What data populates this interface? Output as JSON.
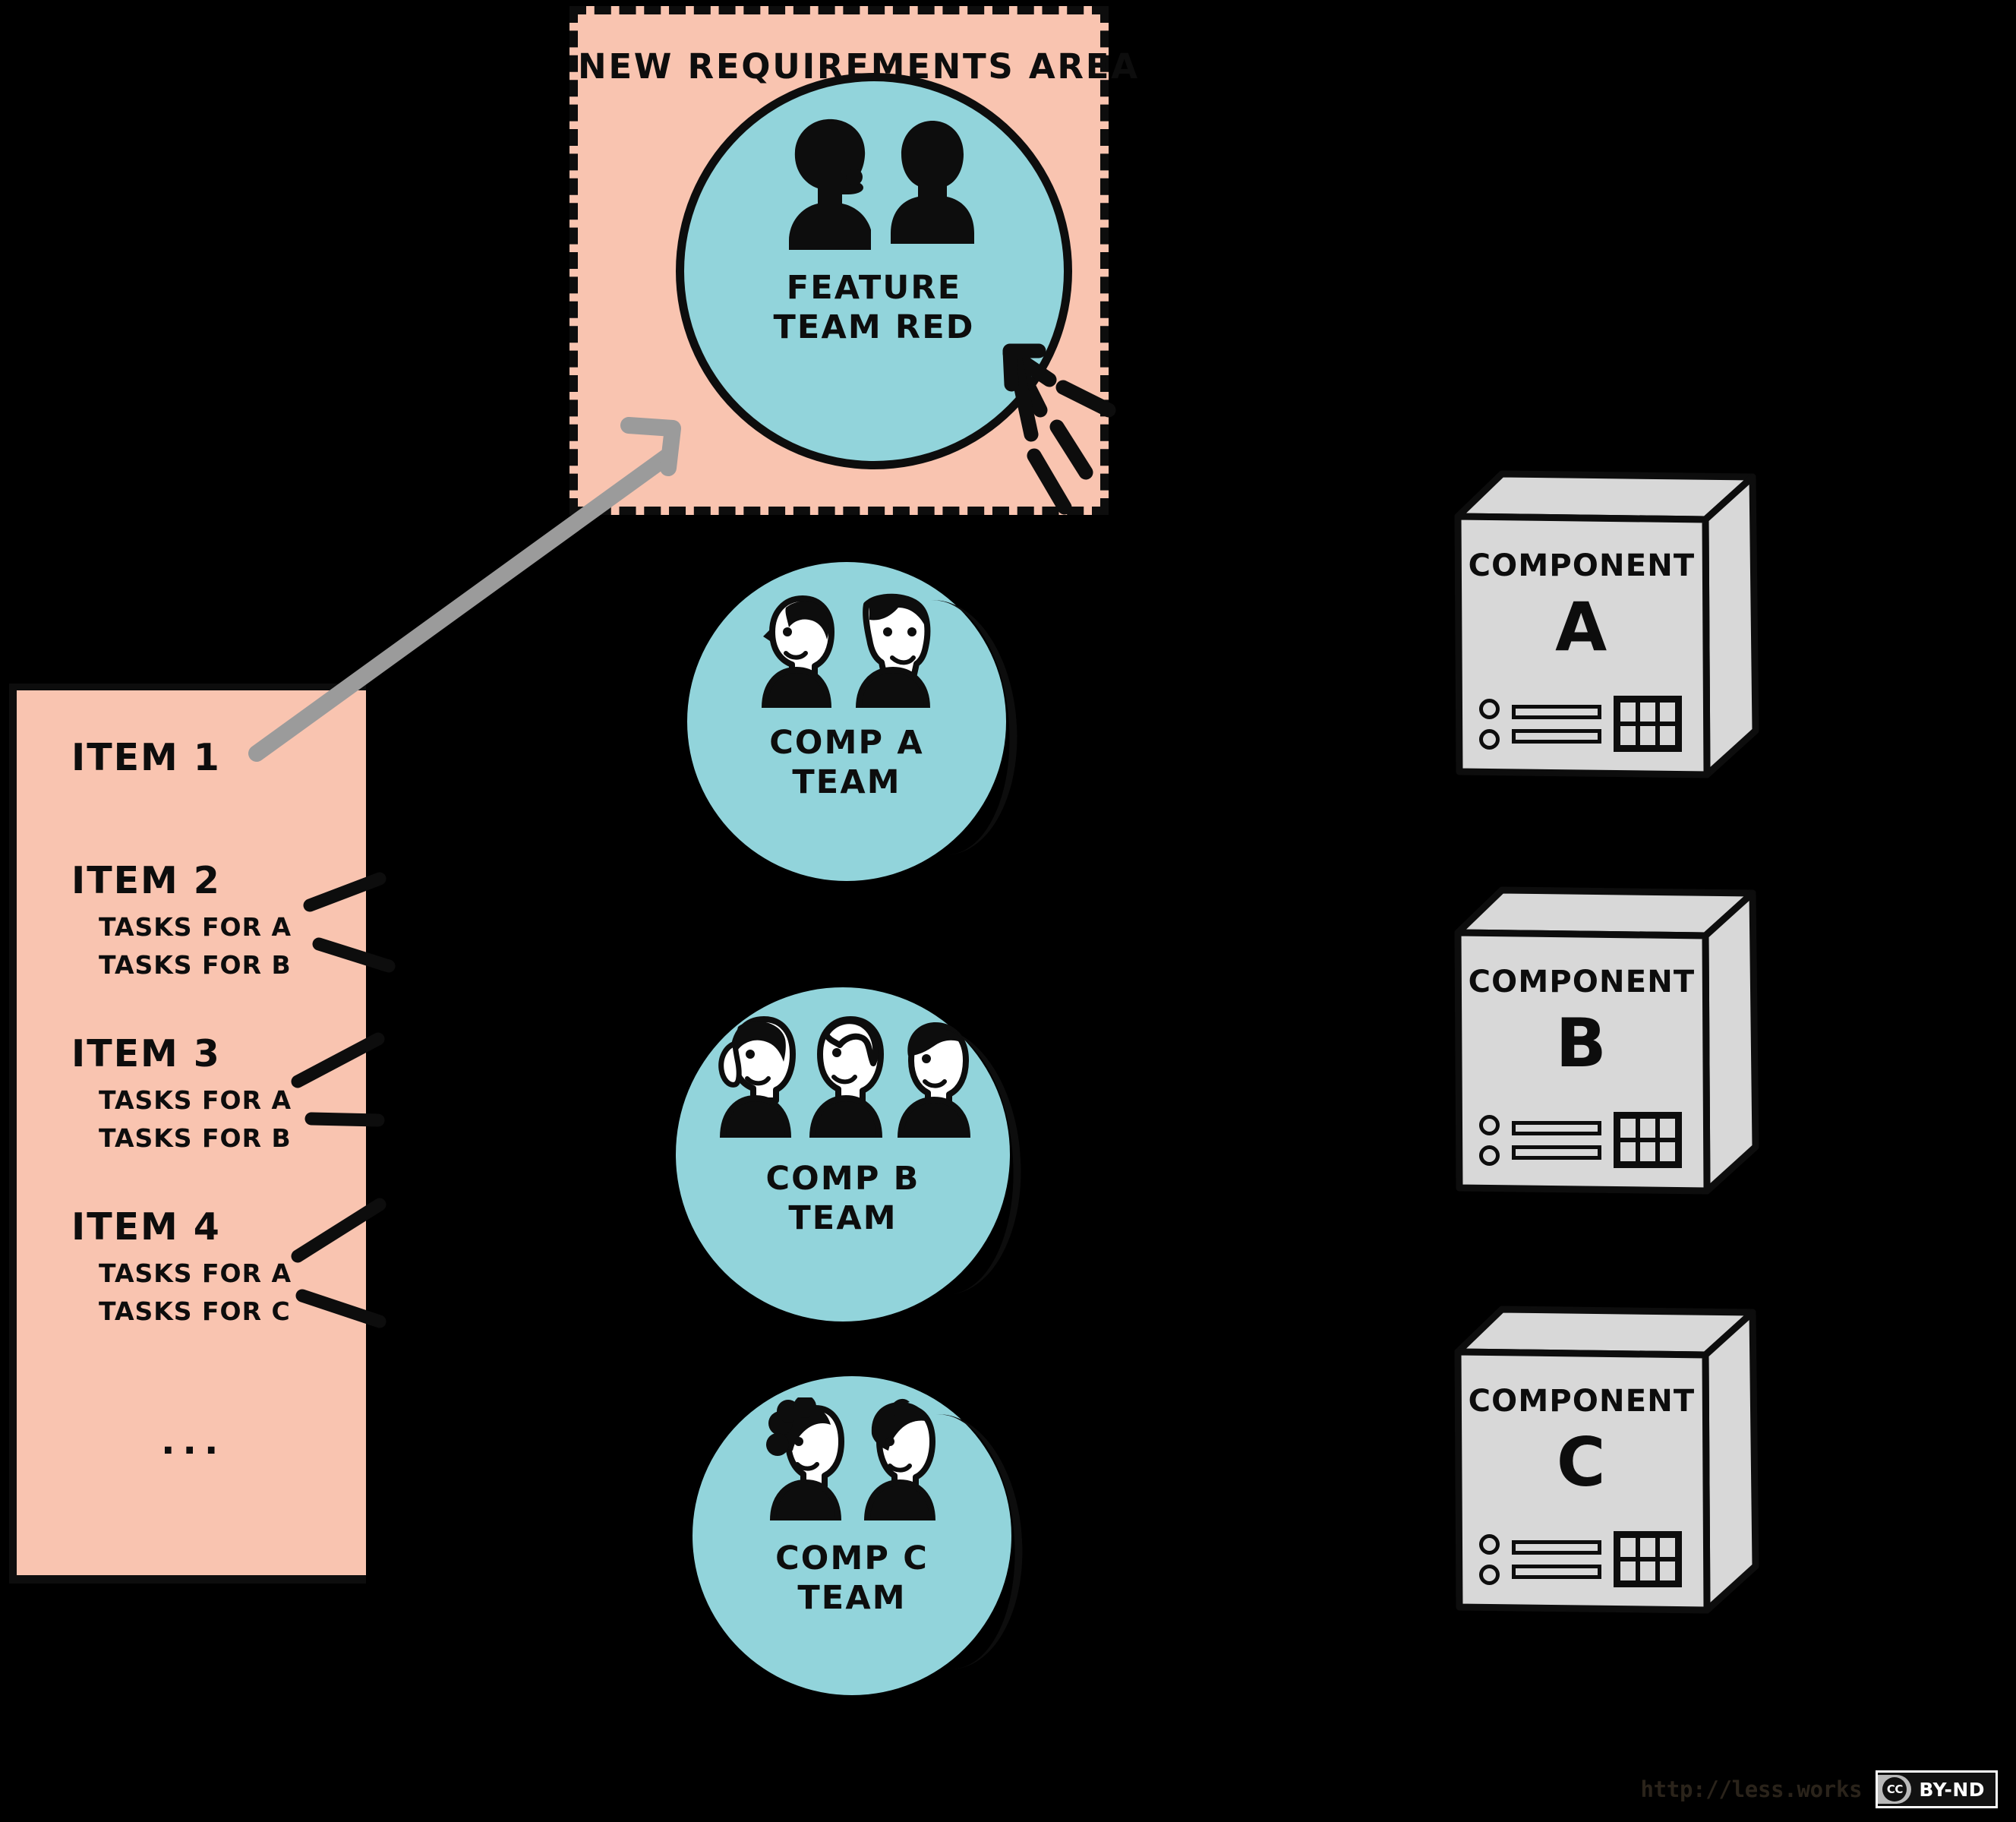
{
  "requirements_area": {
    "title": "NEW REQUIREMENTS AREA",
    "fill_color": "#F9C4B0",
    "border_style": "dashed"
  },
  "feature_team": {
    "label_line1": "FEATURE",
    "label_line2": "TEAM RED",
    "member_count": 2,
    "fill_color": "#92D4DB"
  },
  "component_teams": [
    {
      "label_line1": "COMP A",
      "label_line2": "TEAM",
      "member_count": 2,
      "fill_color": "#92D4DB"
    },
    {
      "label_line1": "COMP B",
      "label_line2": "TEAM",
      "member_count": 3,
      "fill_color": "#92D4DB"
    },
    {
      "label_line1": "COMP C",
      "label_line2": "TEAM",
      "member_count": 2,
      "fill_color": "#92D4DB"
    }
  ],
  "components": [
    {
      "title": "COMPONENT",
      "letter": "A",
      "fill_color": "#D8D8D8"
    },
    {
      "title": "COMPONENT",
      "letter": "B",
      "fill_color": "#D8D8D8"
    },
    {
      "title": "COMPONENT",
      "letter": "C",
      "fill_color": "#D8D8D8"
    }
  ],
  "backlog": {
    "fill_color": "#F9C4B0",
    "items": [
      {
        "head": "ITEM 1",
        "tasks": []
      },
      {
        "head": "ITEM 2",
        "tasks": [
          "TASKS FOR A",
          "TASKS FOR B"
        ]
      },
      {
        "head": "ITEM 3",
        "tasks": [
          "TASKS FOR A",
          "TASKS FOR B"
        ]
      },
      {
        "head": "ITEM 4",
        "tasks": [
          "TASKS FOR A",
          "TASKS FOR C"
        ]
      }
    ],
    "ellipsis": "..."
  },
  "footer": {
    "url": "http://less.works",
    "license_mark": "CC",
    "license_text": "BY-ND"
  },
  "arrow": {
    "color": "#9B9B9B",
    "from": "ITEM 1",
    "to": "FEATURE TEAM RED"
  }
}
